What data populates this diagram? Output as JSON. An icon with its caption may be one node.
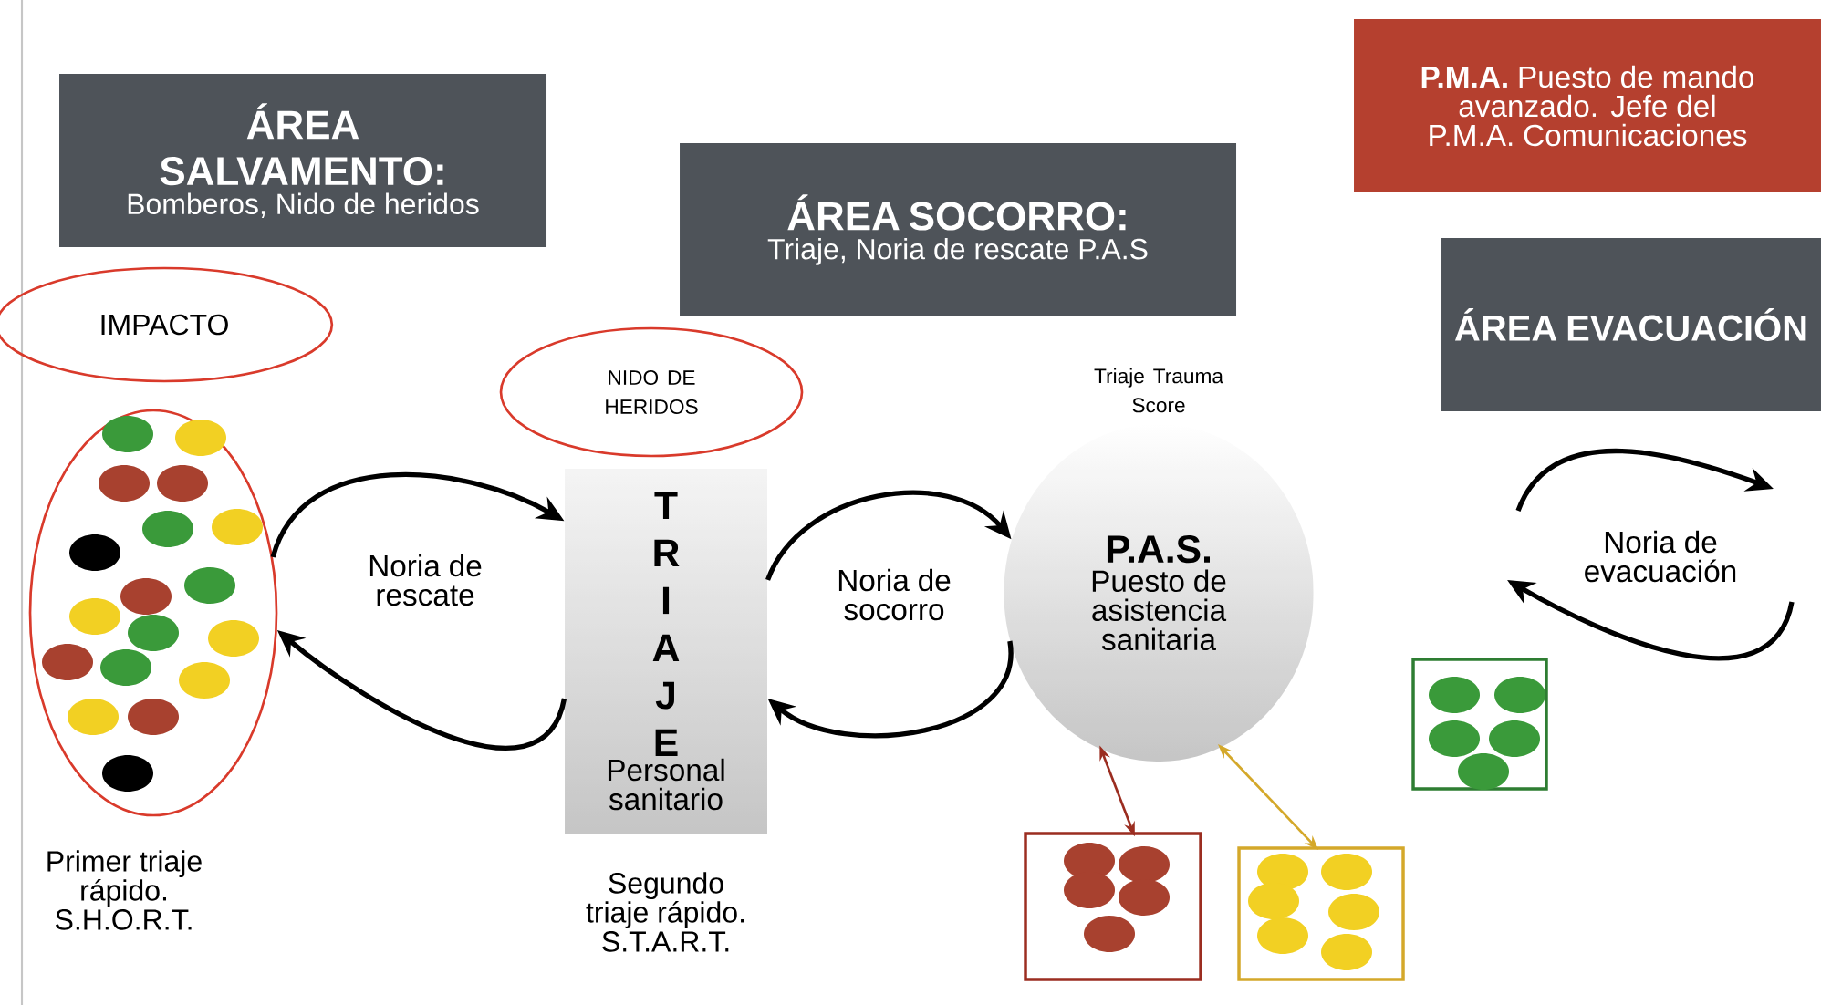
{
  "diagram": {
    "nodes": [
      {
        "text": [
          "ÁREA SALVAMENTO:",
          "Bomberos, Nido de heridos"
        ]
      },
      {
        "text": [
          "ÁREA SOCORRO:",
          "Triaje, Noria de rescate P.A.S"
        ]
      },
      {
        "text": [
          "**P.M.A.** Puesto de mando avanzado. Jefe del P.M.A. Comunicaciones"
        ]
      },
      {
        "text": [
          "ÁREA EVACUACIÓN"
        ]
      },
      {
        "text": [
          "IMPACTO"
        ]
      },
      {
        "text": [],
        "shape": "ellipse",
        "beside": [
          "Primer triaje rápido. S.H.O.R.T."
        ]
      },
      {
        "text": [
          "NIDO DE HERIDOS"
        ]
      },
      {
        "text": [
          "T R I A J E",
          "Personal sanitario"
        ],
        "beside": [
          "Segundo triaje rápido. S.T.A.R.T."
        ]
      },
      {
        "text": [
          "**P.A.S**.",
          "Puesto de asistencia sanitaria"
        ]
      },
      {
        "text": [],
        "shape": "box"
      },
      {
        "text": [],
        "shape": "box"
      },
      {
        "text": [],
        "shape": "box"
      }
    ],
    "edges": [
      {
        "from": 5,
        "to": 7,
        "arrow": "to",
        "label": "Noria de rescate"
      },
      {
        "from": 7,
        "to": 5,
        "arrow": "to"
      },
      {
        "from": 7,
        "to": 8,
        "arrow": "to",
        "label": "Noria de socorro"
      },
      {
        "from": 8,
        "to": 7,
        "arrow": "to"
      },
      {
        "from": 8,
        "to": 9,
        "arrow": "both",
        "color": "#9b2d20"
      },
      {
        "from": 8,
        "to": 10,
        "arrow": "both",
        "color": "#d4a82a"
      }
    ],
    "labels": [
      "Triaje Trauma Score",
      "Noria de evacuación"
    ]
  }
}
